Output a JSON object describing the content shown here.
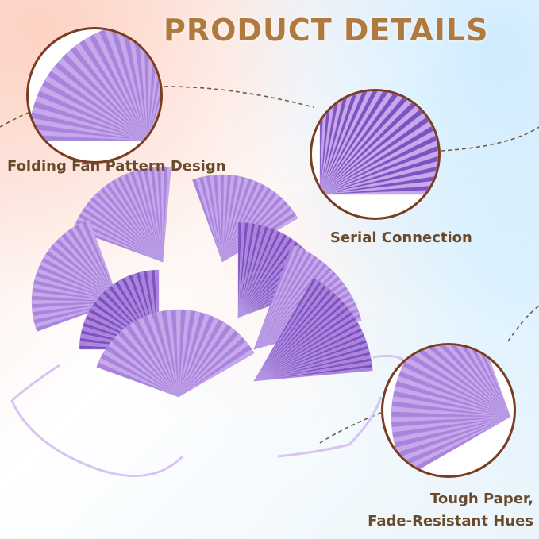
{
  "header": {
    "title": "PRODUCT DETAILS"
  },
  "captions": {
    "folding": "Folding Fan Pattern Design",
    "serial": "Serial Connection",
    "tough_line1": "Tough Paper,",
    "tough_line2": "Fade-Resistant Hues"
  },
  "colors": {
    "title": "#b07a3f",
    "caption": "#6b4a2c",
    "circle_border": "#7a3d22",
    "dash_line": "#7a5a3c",
    "lavender_light": "#c6a9ea",
    "lavender_mid": "#a983dc",
    "lavender_dark": "#7f52c2",
    "ribbon": "#d9c3f2"
  },
  "icons": {
    "fan_closeup_1": "folded-fan-icon",
    "fan_closeup_2": "serial-fan-icon",
    "fan_closeup_3": "paper-fan-icon",
    "main_product": "fan-garland-icon"
  }
}
